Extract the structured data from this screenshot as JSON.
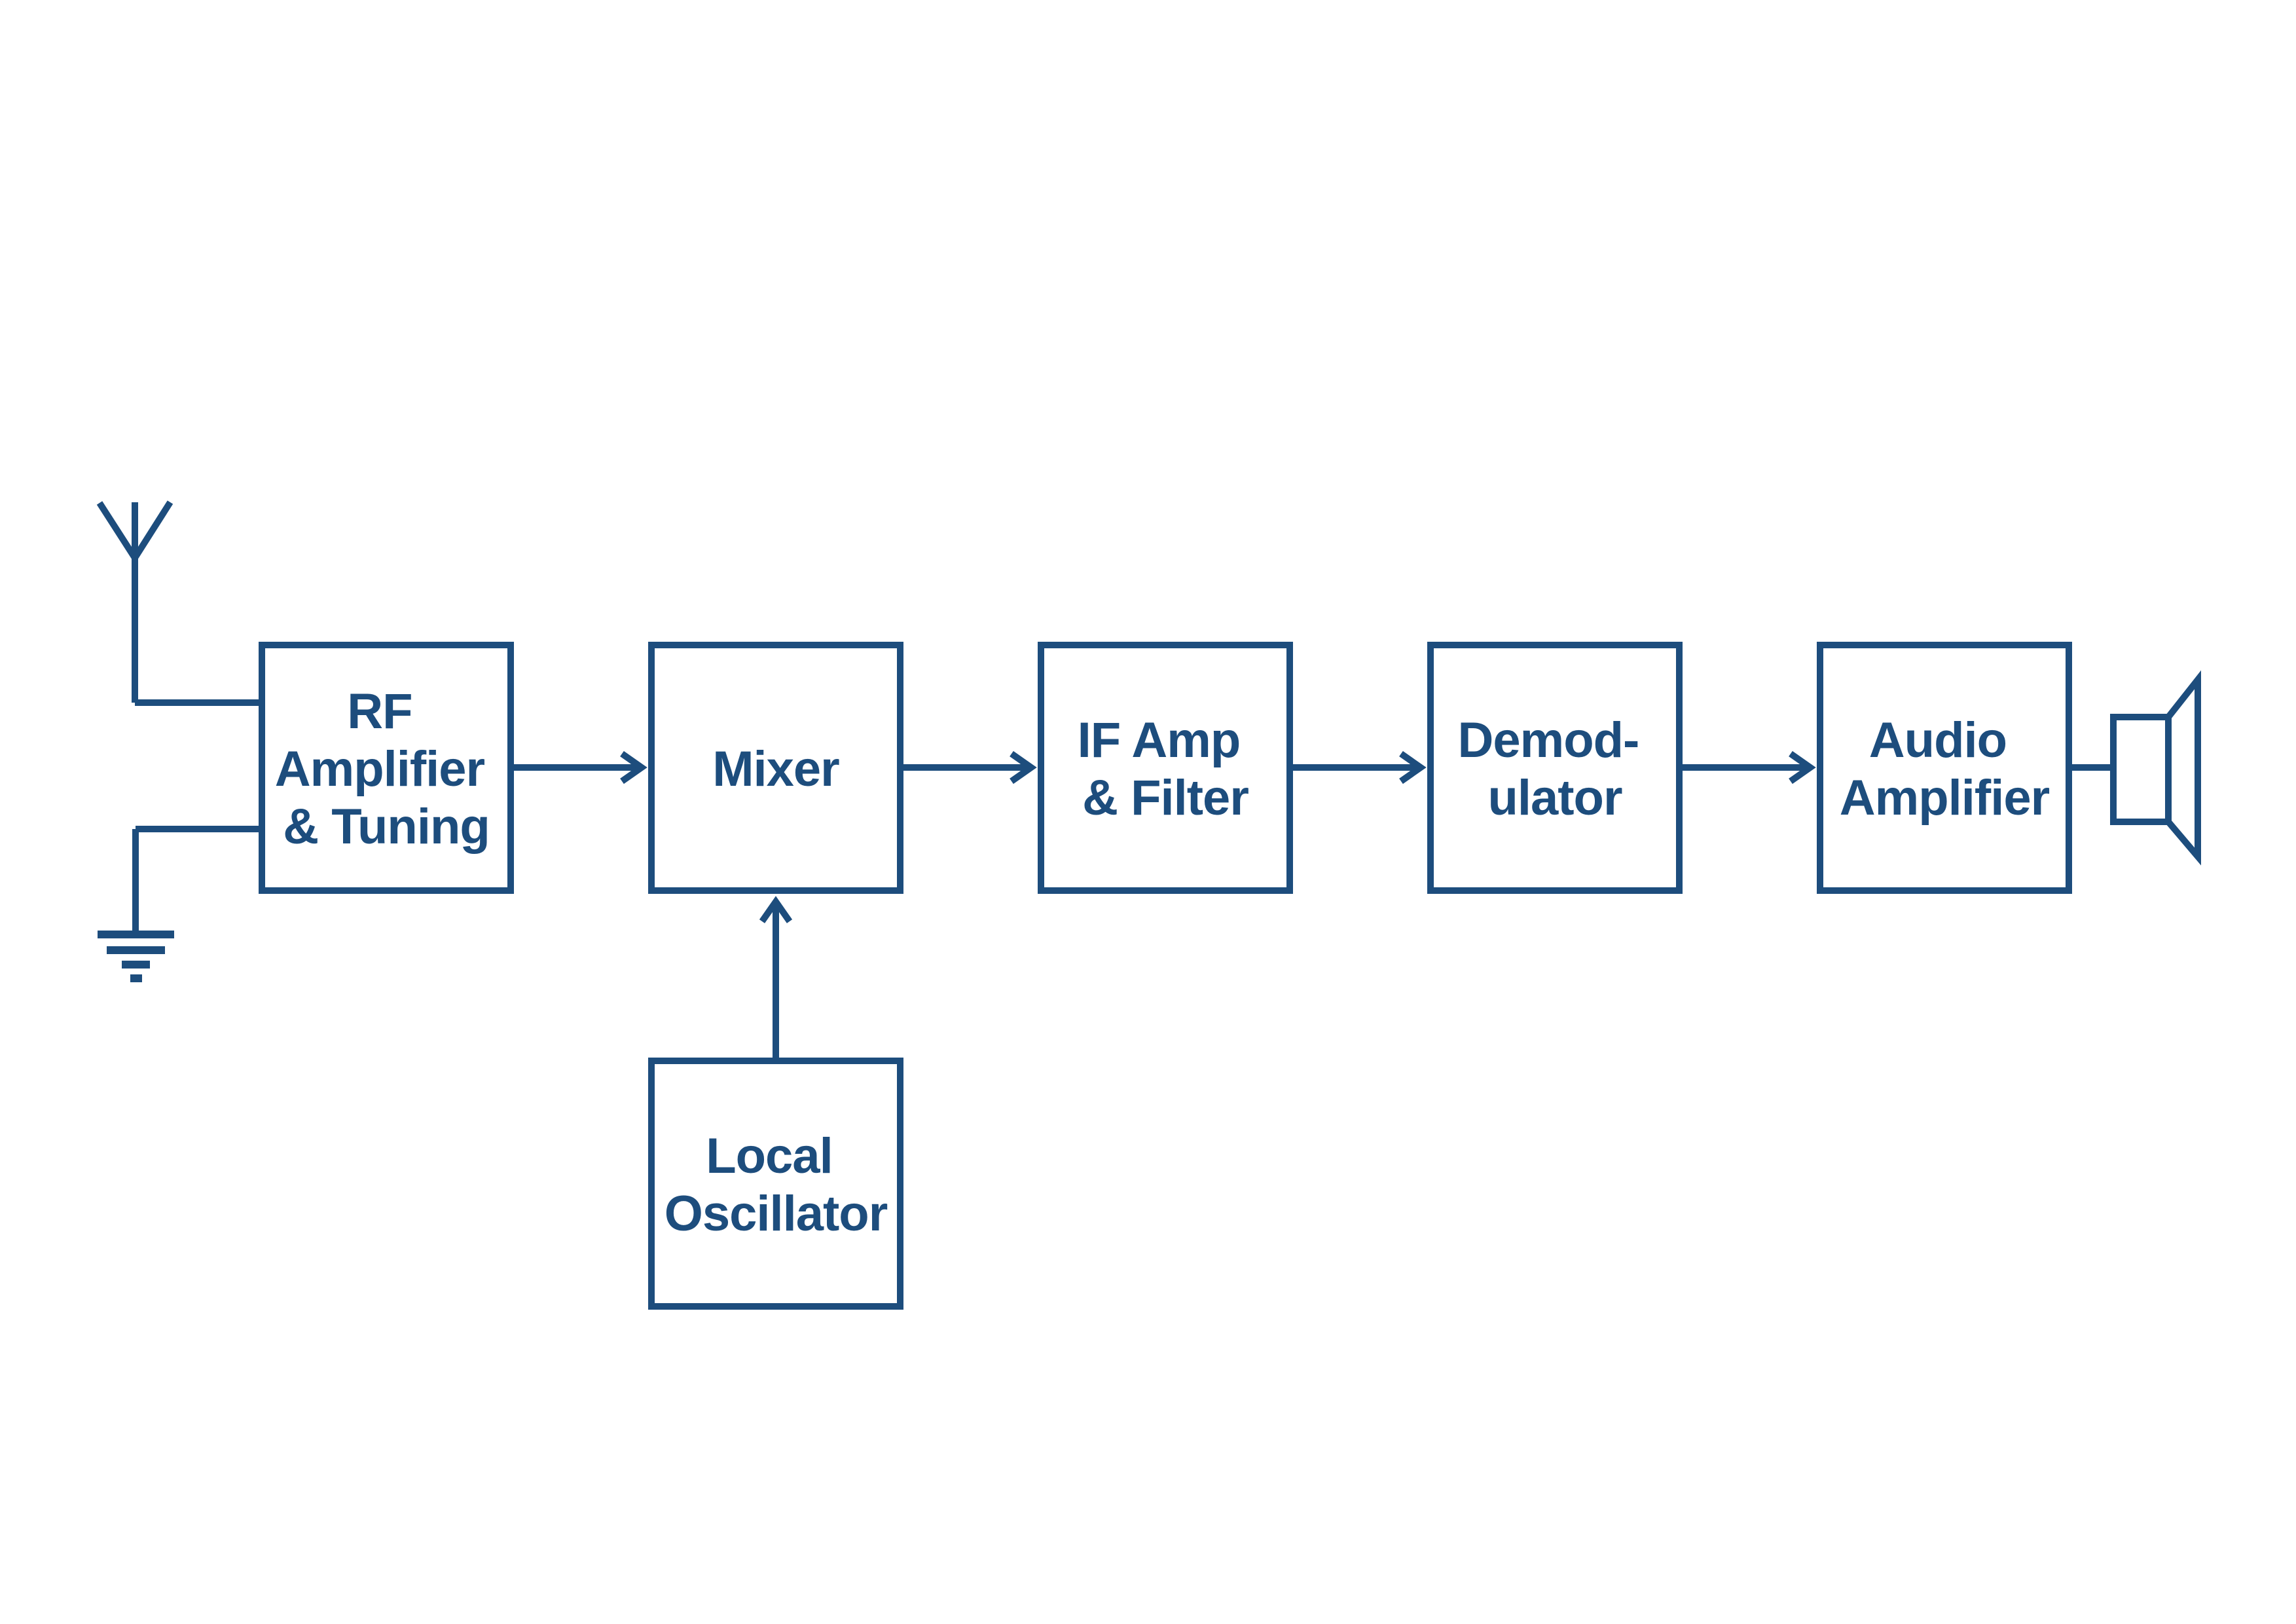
{
  "diagram": {
    "ink_color": "#1d4d7d",
    "background_color": "#ffffff",
    "blocks": {
      "rf_amplifier": {
        "lines": [
          "RF",
          "Amplifier",
          "& Tuning"
        ]
      },
      "mixer": {
        "lines": [
          "Mixer"
        ]
      },
      "if_amp_filter": {
        "lines": [
          "IF Amp",
          "& Filter"
        ]
      },
      "demodulator": {
        "lines": [
          "Demod-",
          "ulator"
        ]
      },
      "audio_amplifier": {
        "lines": [
          "Audio",
          "Amplifier"
        ]
      },
      "local_oscillator": {
        "lines": [
          "Local",
          "Oscillator"
        ]
      }
    },
    "icons": {
      "antenna": "antenna-icon",
      "ground": "ground-icon",
      "speaker": "speaker-icon"
    },
    "connections": [
      {
        "from": "antenna",
        "to": "rf_amplifier",
        "arrow": false
      },
      {
        "from": "rf_amplifier",
        "to": "ground",
        "arrow": false
      },
      {
        "from": "rf_amplifier",
        "to": "mixer",
        "arrow": true
      },
      {
        "from": "mixer",
        "to": "if_amp_filter",
        "arrow": true
      },
      {
        "from": "if_amp_filter",
        "to": "demodulator",
        "arrow": true
      },
      {
        "from": "demodulator",
        "to": "audio_amplifier",
        "arrow": true
      },
      {
        "from": "local_oscillator",
        "to": "mixer",
        "arrow": true
      },
      {
        "from": "audio_amplifier",
        "to": "speaker",
        "arrow": false
      }
    ]
  }
}
